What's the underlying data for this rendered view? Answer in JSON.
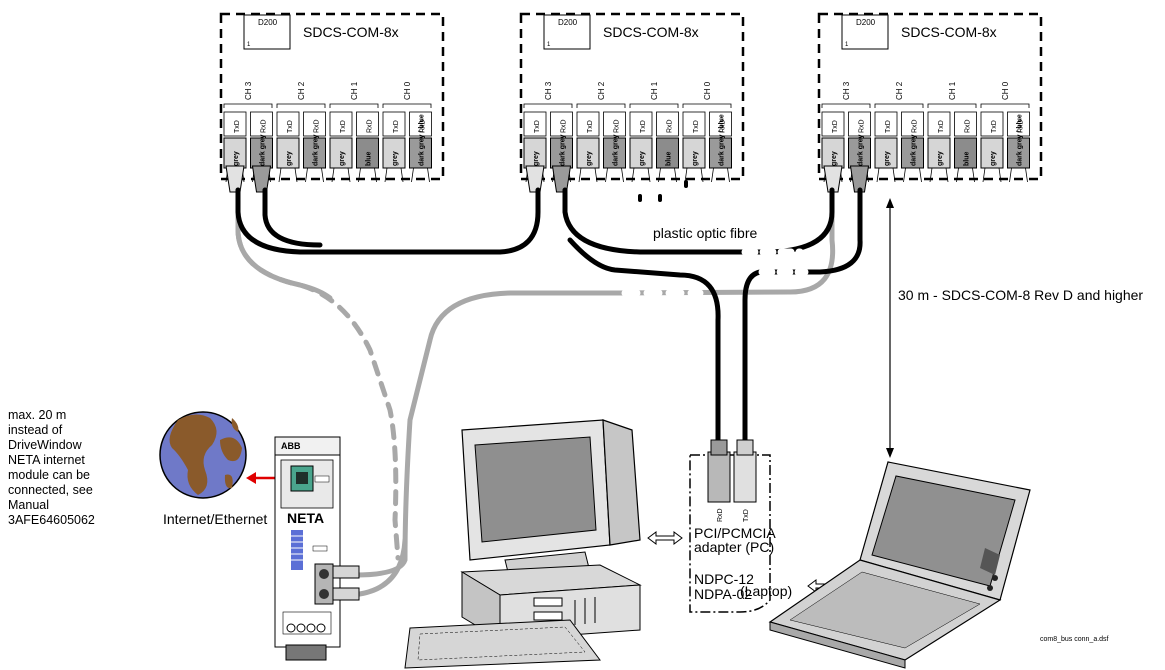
{
  "modules": [
    {
      "title": "SDCS-COM-8x",
      "chip": "D200",
      "pin": "1",
      "channels": [
        "CH 3",
        "CH 2",
        "CH 1",
        "CH 0"
      ],
      "pins": [
        "TxD",
        "RxD",
        "TxD",
        "RxD",
        "TxD",
        "RxD",
        "TxD",
        "RxD"
      ],
      "connectors": [
        "grey",
        "dark grey",
        "grey",
        "dark grey",
        "grey",
        "blue",
        "grey",
        "dark grey / blue"
      ]
    },
    {
      "title": "SDCS-COM-8x",
      "chip": "D200",
      "pin": "1",
      "channels": [
        "CH 3",
        "CH 2",
        "CH 1",
        "CH 0"
      ],
      "pins": [
        "TxD",
        "RxD",
        "TxD",
        "RxD",
        "TxD",
        "RxD",
        "TxD",
        "RxD"
      ],
      "connectors": [
        "grey",
        "dark grey",
        "grey",
        "dark grey",
        "grey",
        "blue",
        "grey",
        "dark grey / blue"
      ]
    },
    {
      "title": "SDCS-COM-8x",
      "chip": "D200",
      "pin": "1",
      "channels": [
        "CH 3",
        "CH 2",
        "CH 1",
        "CH 0"
      ],
      "pins": [
        "TxD",
        "RxD",
        "TxD",
        "RxD",
        "TxD",
        "RxD",
        "TxD",
        "RxD"
      ],
      "connectors": [
        "grey",
        "dark grey",
        "grey",
        "dark grey",
        "grey",
        "blue",
        "grey",
        "dark grey / blue"
      ]
    }
  ],
  "labels": {
    "fibre": "plastic optic fibre",
    "distance": "30 m - SDCS-COM-8 Rev D and higher",
    "internet": "Internet/Ethernet",
    "neta": "NETA",
    "abb": "ABB",
    "adapter_pins": [
      "RxD",
      "TxD"
    ],
    "adapter_line1": "PCI/PCMCIA",
    "adapter_line2": "adapter (PC)",
    "ndpc": "NDPC-12",
    "ndpa": "NDPA-02",
    "laptop": "(Laptop)",
    "filename": "com8_bus conn_a.dsf"
  },
  "note_lines": [
    "max. 20 m",
    "instead of",
    "DriveWindow",
    "NETA internet",
    "module  can be",
    "connected, see",
    "Manual",
    "3AFE64605062"
  ],
  "colors": {
    "cable_black": "#000000",
    "cable_grey": "#a8a8a8",
    "connector_grey": "#d6d6d6",
    "connector_dark": "#9a9a9a",
    "connector_blue": "#8c8c8c",
    "globe_water": "#6f79c8",
    "globe_land": "#8a5a2b",
    "arrow_red": "#e00000"
  }
}
